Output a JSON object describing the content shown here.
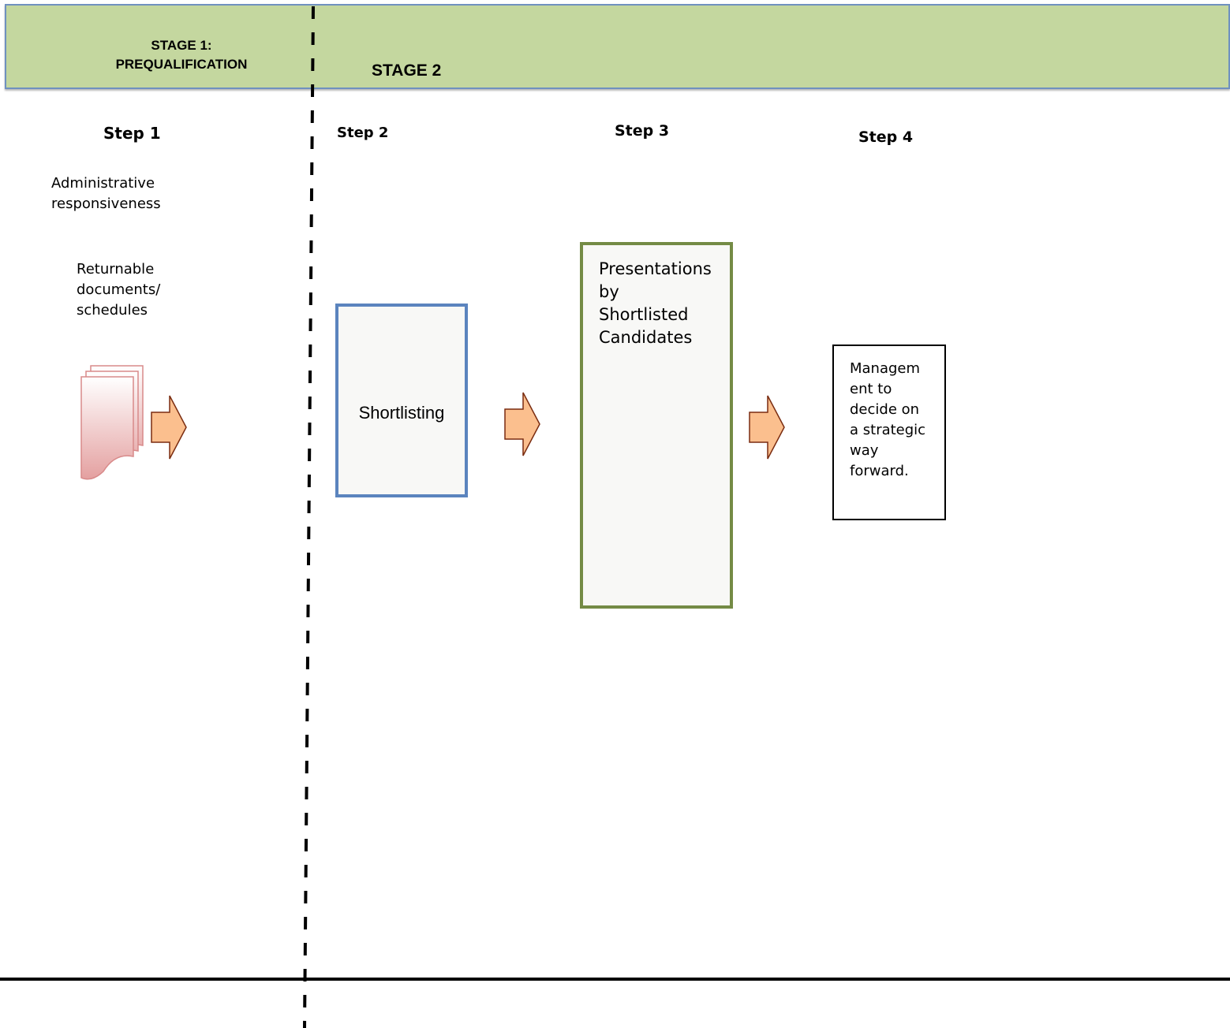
{
  "stage1": {
    "label_line1": "STAGE 1:",
    "label_line2": "PREQUALIFICATION"
  },
  "stage2": {
    "label": "STAGE 2"
  },
  "steps": {
    "step1": "Step 1",
    "step2": "Step 2",
    "step3": "Step 3",
    "step4": "Step 4"
  },
  "step1_text": {
    "admin_line1": "Administrative",
    "admin_line2": "responsiveness",
    "docs_line1": "Returnable",
    "docs_line2": "documents/",
    "docs_line3": "schedules"
  },
  "shortlisting": {
    "label": "Shortlisting"
  },
  "presentations": {
    "line1": "Presentations",
    "line2": "by",
    "line3": "Shortlisted",
    "line4": "Candidates"
  },
  "management": {
    "line1": "Managem",
    "line2": "ent to",
    "line3": "decide on",
    "line4": "a strategic",
    "line5": "way",
    "line6": "forward."
  },
  "colors": {
    "banner": "#c4d79f",
    "banner_border": "#6f91bf",
    "arrow_fill": "#fbbf8e",
    "arrow_stroke": "#7a2c10",
    "shortlisting_border": "#5b84be",
    "presentations_border": "#748b45",
    "documents_fill": "#f2c6c6",
    "documents_stroke": "#d88a8a"
  },
  "icons": {
    "documents": "multiple-documents-icon",
    "arrow": "right-block-arrow"
  }
}
